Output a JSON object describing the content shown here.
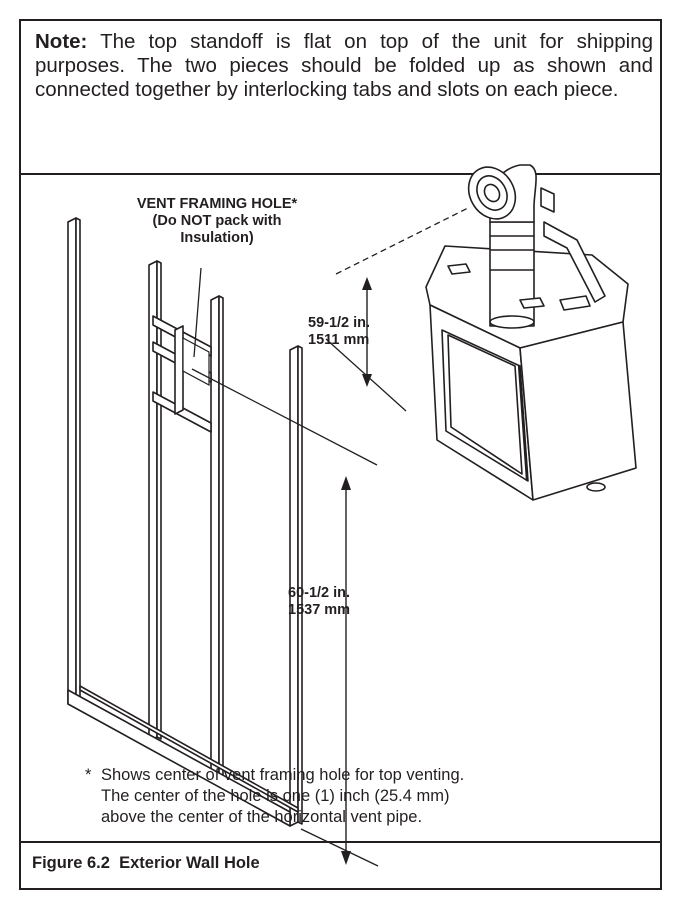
{
  "note": {
    "label": "Note:",
    "text": "The top standoff is flat on top of the unit for shipping purposes. The two pieces should be folded up as shown and connected together by interlocking tabs and slots on each piece."
  },
  "figure": {
    "vent_label_lines": [
      "VENT FRAMING HOLE*",
      "(Do NOT pack with",
      "Insulation)"
    ],
    "dim_top": [
      "59-1/2 in.",
      "1511 mm"
    ],
    "dim_bottom": [
      "60-1/2 in.",
      "1537 mm"
    ]
  },
  "footnote": {
    "marker": "*",
    "lines": [
      "Shows center of vent framing hole for top venting.",
      "The center of the hole is one (1) inch (25.4 mm)",
      "above the center of the horizontal vent pipe."
    ]
  },
  "caption": "Figure 6.2  Exterior Wall Hole"
}
